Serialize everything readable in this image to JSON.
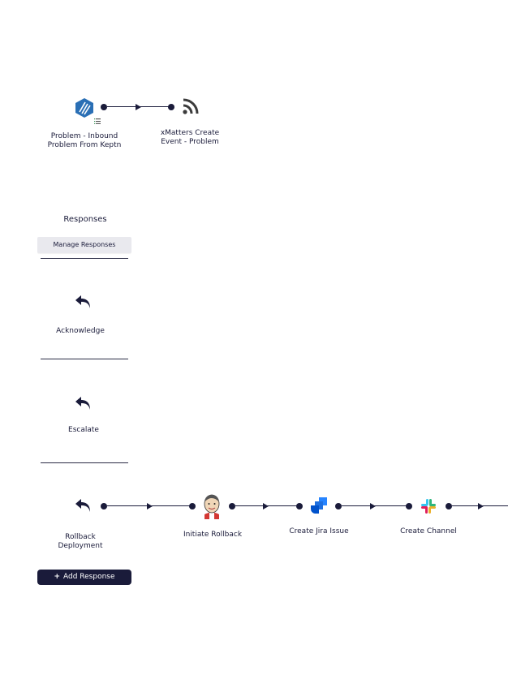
{
  "trigger": {
    "label": "Problem - Inbound\nProblem From Keptn",
    "icon": "keptn-icon"
  },
  "flow_step": {
    "label": "xMatters Create\nEvent - Problem",
    "icon": "rss-feed-icon"
  },
  "responses": {
    "heading": "Responses",
    "manage_label": "Manage Responses",
    "items": [
      {
        "label": "Acknowledge",
        "icon": "reply-arrow-icon"
      },
      {
        "label": "Escalate",
        "icon": "reply-arrow-icon"
      },
      {
        "label": "Rollback\nDeployment",
        "icon": "reply-arrow-icon"
      }
    ],
    "add_label": "Add Response"
  },
  "rollback_steps": [
    {
      "label": "Initiate Rollback",
      "icon": "jenkins-icon"
    },
    {
      "label": "Create Jira Issue",
      "icon": "jira-icon"
    },
    {
      "label": "Create Channel",
      "icon": "slack-icon"
    }
  ],
  "colors": {
    "primary": "#1a1b3a",
    "keptn_blue": "#2a6fb5",
    "jira_blue": "#2684ff",
    "manage_bg": "#e9e9ee"
  }
}
